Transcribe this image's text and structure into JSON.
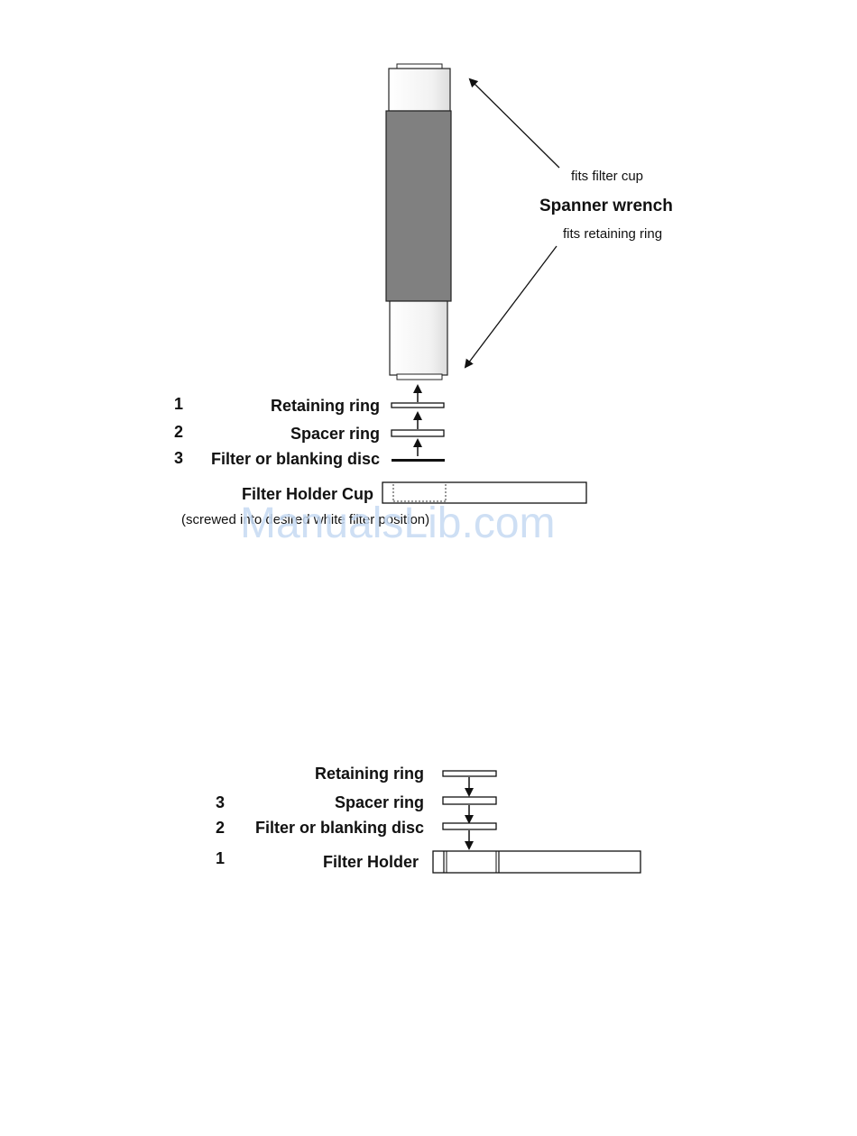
{
  "top_diagram": {
    "callout_filter_cup": "fits filter cup",
    "callout_spanner": "Spanner wrench",
    "callout_retaining_ring": "fits retaining ring",
    "num_1": "1",
    "num_2": "2",
    "num_3": "3",
    "retaining_ring": "Retaining ring",
    "spacer_ring": "Spacer ring",
    "filter_disc": "Filter or blanking disc",
    "holder_cup": "Filter Holder Cup",
    "holder_cup_note": "(screwed into desired white filter position)"
  },
  "bottom_diagram": {
    "retaining_ring": "Retaining ring",
    "num_3": "3",
    "spacer_ring": "Spacer ring",
    "num_2": "2",
    "filter_disc": "Filter or blanking disc",
    "num_1": "1",
    "filter_holder": "Filter Holder"
  },
  "watermark": "ManualsLib.com",
  "colors": {
    "wrench_grip": "#808080",
    "wrench_end": "#f4f4f4",
    "watermark": "#c6daf3"
  }
}
